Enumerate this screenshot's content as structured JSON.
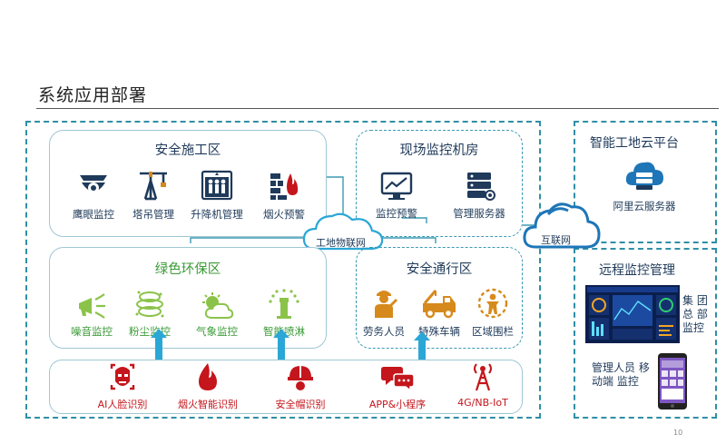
{
  "title": "系统应用部署",
  "construction_zone": {
    "title": "安全施工区",
    "items": [
      {
        "label": "鹰眼监控",
        "icon": "eagle-eye-camera-icon"
      },
      {
        "label": "塔吊管理",
        "icon": "tower-crane-icon"
      },
      {
        "label": "升降机管理",
        "icon": "elevator-icon"
      },
      {
        "label": "烟火预警",
        "icon": "fire-warning-icon"
      }
    ]
  },
  "monitor_room": {
    "title": "现场监控机房",
    "items": [
      {
        "label": "监控预警",
        "icon": "monitor-chart-icon"
      },
      {
        "label": "管理服务器",
        "icon": "server-icon"
      }
    ]
  },
  "iot_cloud": {
    "label": "工地物联网"
  },
  "internet_cloud": {
    "label": "互联网"
  },
  "green_zone": {
    "title": "绿色环保区",
    "items": [
      {
        "label": "噪音监控",
        "icon": "megaphone-icon"
      },
      {
        "label": "粉尘监控",
        "icon": "dust-icon"
      },
      {
        "label": "气象监控",
        "icon": "weather-icon"
      },
      {
        "label": "智能喷淋",
        "icon": "sprinkler-icon"
      }
    ]
  },
  "traffic_zone": {
    "title": "安全通行区",
    "items": [
      {
        "label": "劳务人员",
        "icon": "worker-icon"
      },
      {
        "label": "特殊车辆",
        "icon": "tow-truck-icon"
      },
      {
        "label": "区域围栏",
        "icon": "fence-person-icon"
      }
    ]
  },
  "ai_row": {
    "items": [
      {
        "label": "AI人脸识别",
        "icon": "face-scan-icon"
      },
      {
        "label": "烟火智能识别",
        "icon": "flame-icon"
      },
      {
        "label": "安全帽识别",
        "icon": "helmet-icon"
      },
      {
        "label": "APP&小程序",
        "icon": "chat-bubbles-icon"
      },
      {
        "label": "4G/NB-IoT",
        "icon": "antenna-icon"
      }
    ]
  },
  "cloud_platform": {
    "title": "智能工地云平台",
    "item": {
      "label": "阿里云服务器",
      "icon": "cloud-server-icon"
    }
  },
  "remote": {
    "title": "远程监控管理",
    "group_label": "集 团 总 部 监控",
    "mobile_label": "管理人员 移动端 监控"
  },
  "page_number": "10",
  "colors": {
    "navy": "#1f3a5a",
    "green": "#3a9a36",
    "red": "#c4161c",
    "orange": "#d68a1c",
    "teal": "#2f8fa6",
    "arrow": "#2aa7d6"
  }
}
